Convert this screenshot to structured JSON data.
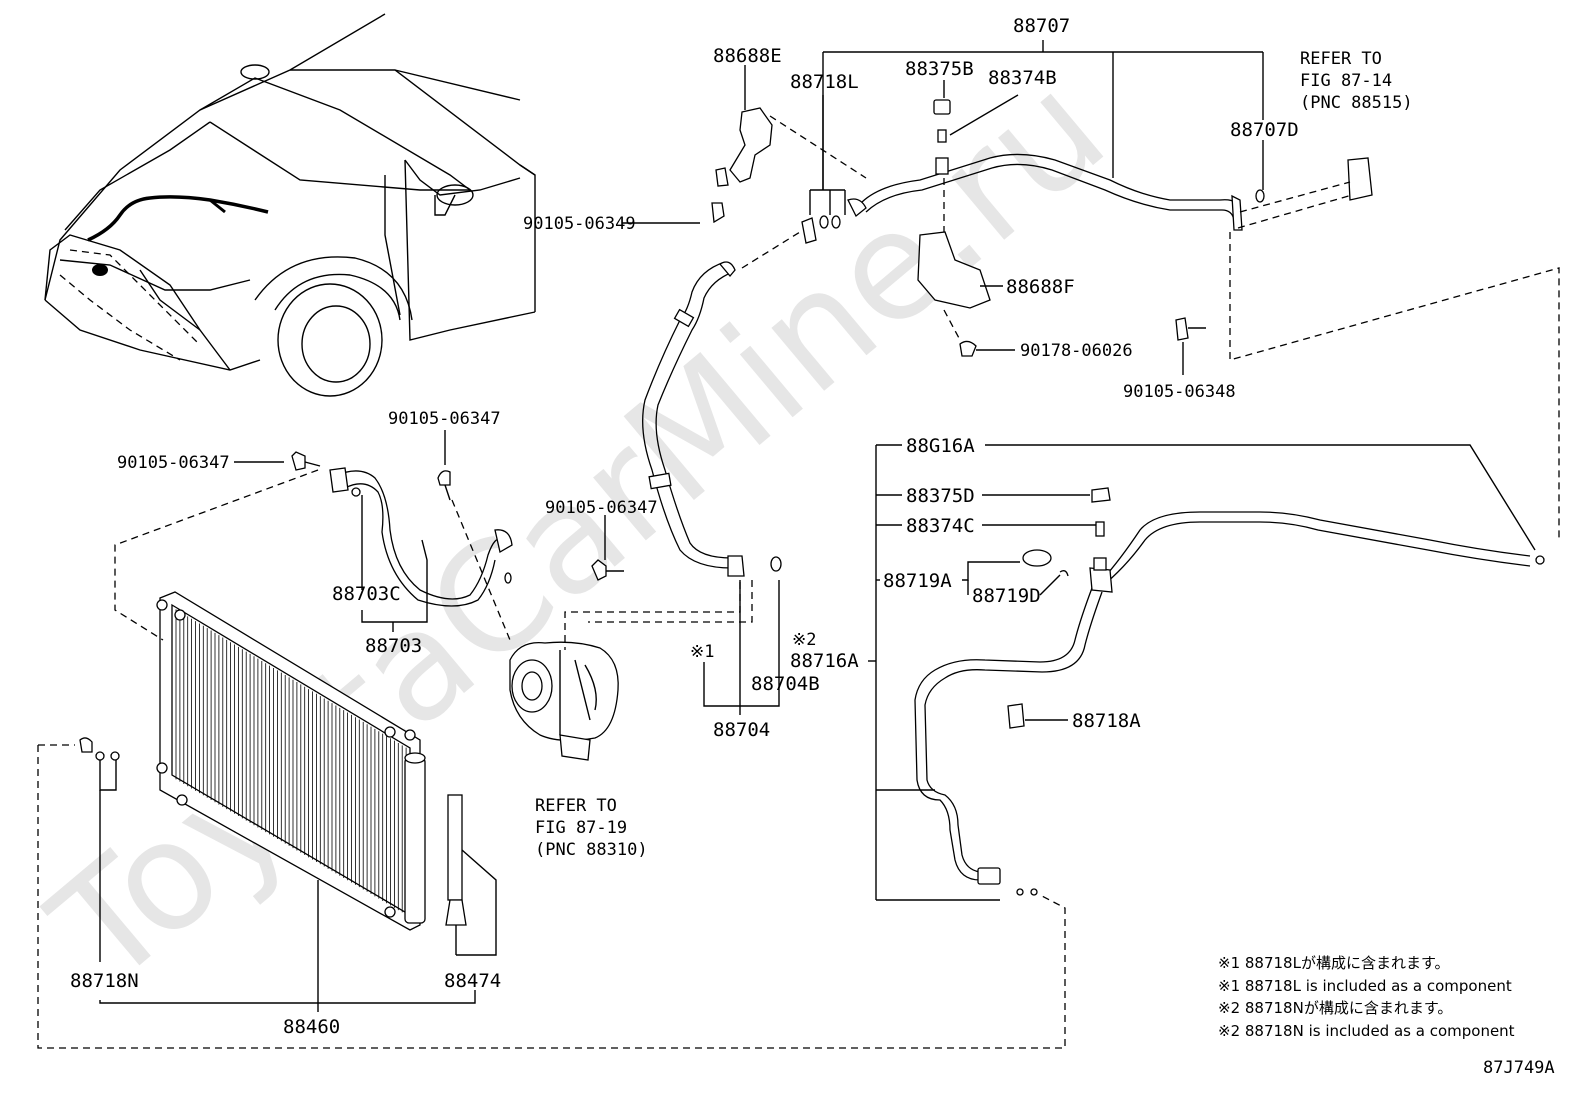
{
  "watermark": "ToyotaCarMine.ru",
  "diagram_id": "87J749A",
  "labels": {
    "p88707": "88707",
    "p88688E": "88688E",
    "p88718L": "88718L",
    "p88375B": "88375B",
    "p88374B": "88374B",
    "p88707D": "88707D",
    "refer_87_14_line1": "REFER TO",
    "refer_87_14_line2": "FIG 87-14",
    "refer_87_14_line3": "(PNC 88515)",
    "bolt_06349": "90105-06349",
    "p88688F": "88688F",
    "nut_06026": "90178-06026",
    "bolt_06348": "90105-06348",
    "bolt_06347_a": "90105-06347",
    "bolt_06347_b": "90105-06347",
    "bolt_06347_c": "90105-06347",
    "p88703C": "88703C",
    "p88703": "88703",
    "mark1": "※1",
    "mark2": "※2",
    "p88704B": "88704B",
    "p88704": "88704",
    "refer_87_19_line1": "REFER TO",
    "refer_87_19_line2": "FIG 87-19",
    "refer_87_19_line3": "(PNC 88310)",
    "p88G16A": "88G16A",
    "p88375D": "88375D",
    "p88374C": "88374C",
    "p88719A": "88719A",
    "p88719D": "88719D",
    "p88716A": "88716A",
    "p88718A": "88718A",
    "p88718N": "88718N",
    "p88474": "88474",
    "p88460": "88460"
  },
  "notes": [
    "※1 88718Lが構成に含まれます。",
    "※1 88718L is included as a component",
    "※2 88718Nが構成に含まれます。",
    "※2 88718N is included as a component"
  ]
}
